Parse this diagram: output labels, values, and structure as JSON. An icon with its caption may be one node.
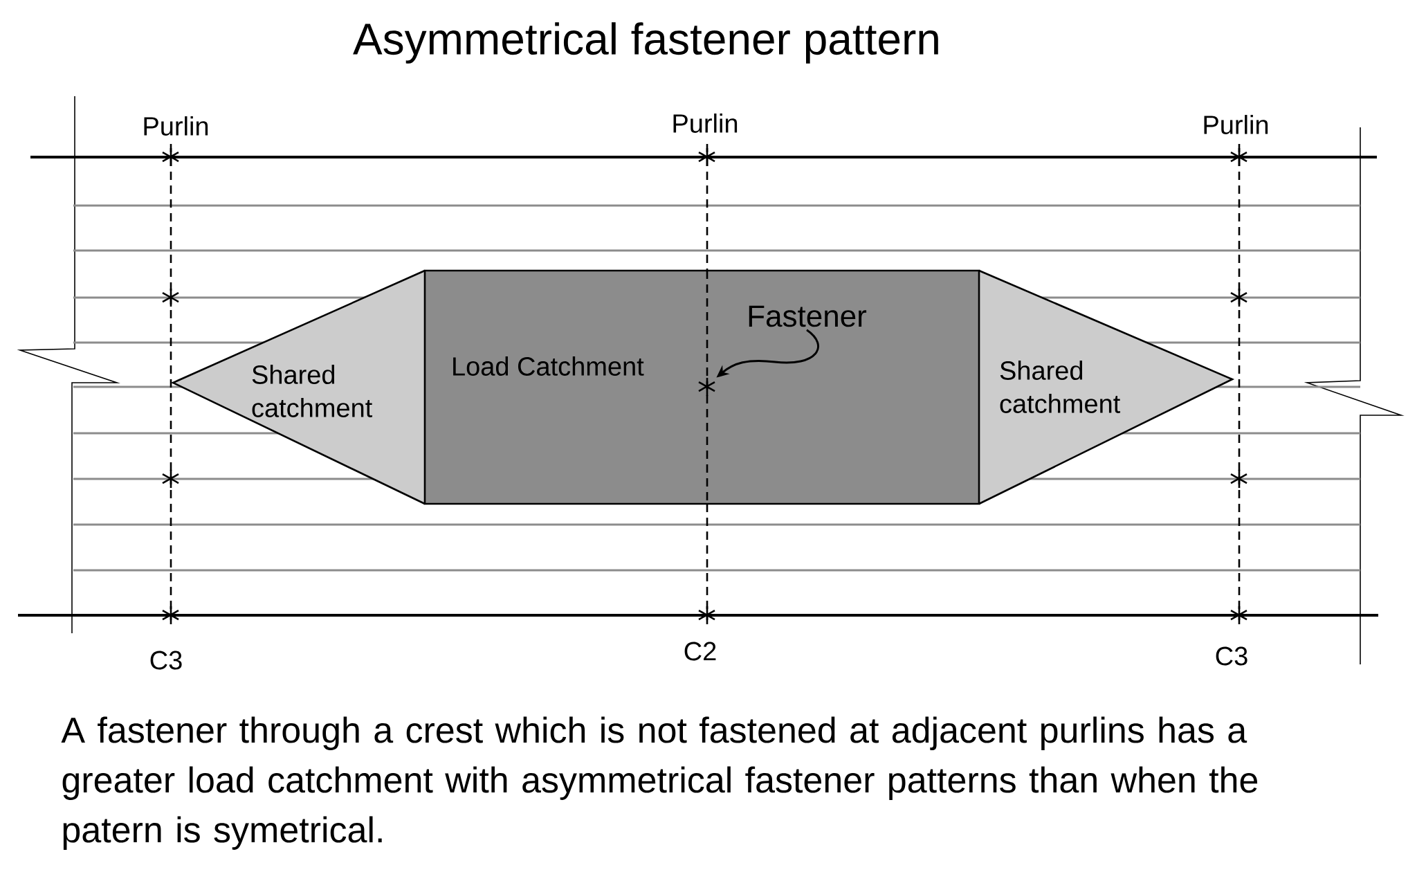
{
  "diagram": {
    "title": "Asymmetrical fastener pattern",
    "caption": "A fastener through a crest which is not fastened at adjacent purlins has a greater load catchment with asymmetrical fastener patterns than when the patern is symetrical.",
    "nodes": [
      {
        "text": [
          "Shared catchment"
        ]
      },
      {
        "text": [
          "Load Catchment"
        ]
      },
      {
        "text": [
          "Fastener"
        ],
        "in": 1
      },
      {
        "text": [],
        "shape": "asterisk",
        "in": 1
      },
      {
        "text": [
          "Shared catchment"
        ]
      }
    ],
    "edges": [
      {
        "from": 2,
        "to": 3,
        "arrow": "to"
      }
    ],
    "labels": [
      "Purlin",
      "Purlin",
      "Purlin",
      "C3",
      "C2",
      "C3"
    ]
  }
}
